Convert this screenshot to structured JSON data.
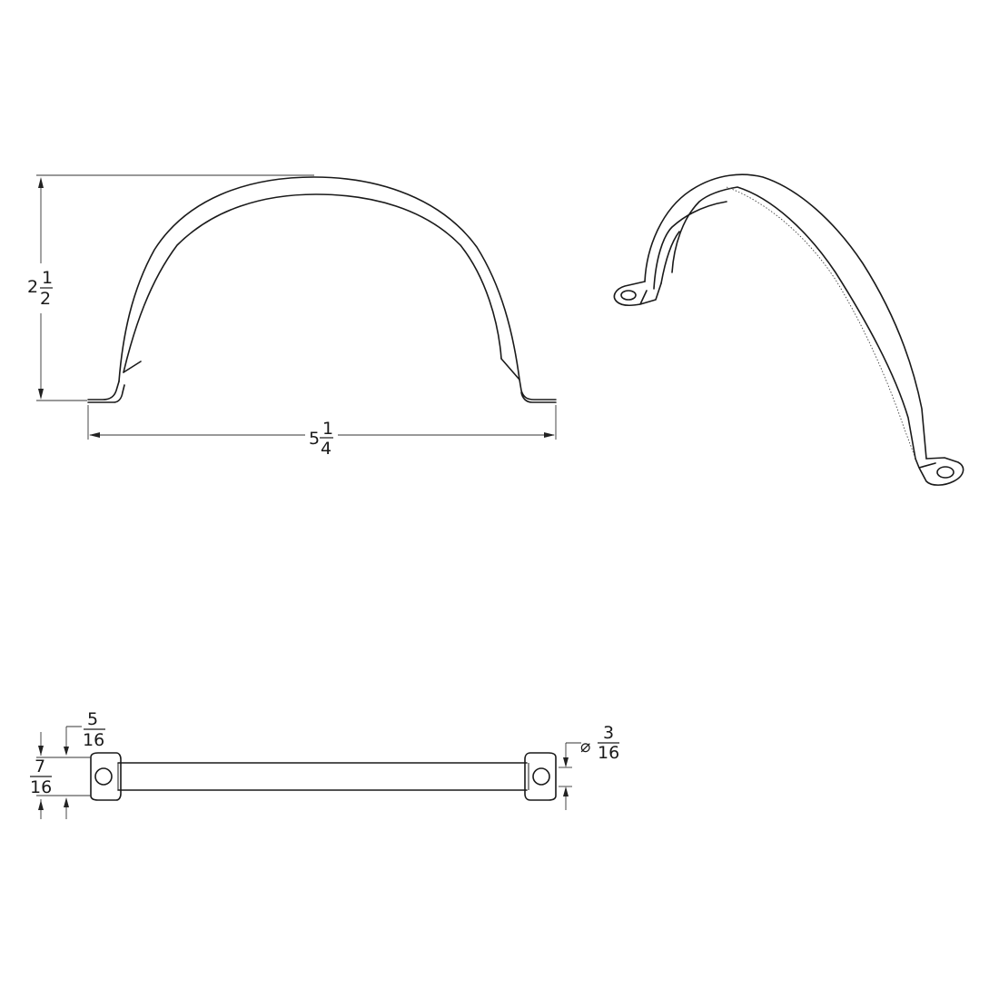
{
  "dimensions": {
    "height": {
      "whole": "2",
      "num": "1",
      "den": "2"
    },
    "width": {
      "whole": "5",
      "num": "1",
      "den": "4"
    },
    "strap_offset": {
      "num": "5",
      "den": "16"
    },
    "strap_width": {
      "num": "7",
      "den": "16"
    },
    "hole_diameter": {
      "symbol": "⌀",
      "num": "3",
      "den": "16"
    }
  }
}
